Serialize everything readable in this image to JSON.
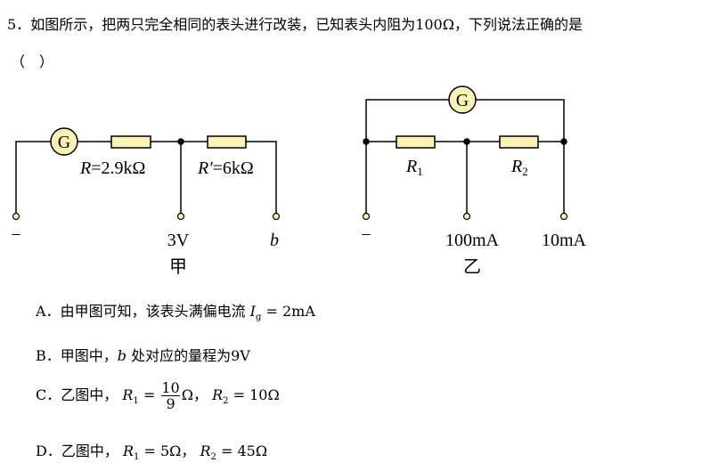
{
  "question": {
    "number": "5．",
    "stem": "如图所示，把两只完全相同的表头进行改装，已知表头内阻为100Ω，下列说法正确的是",
    "blank": "（　）"
  },
  "figure_jia": {
    "galvanometer": "G",
    "r_label": "R",
    "r_value": "=2.9kΩ",
    "r2_label": "R′",
    "r2_value": "=6kΩ",
    "terminal_minus": "−",
    "terminal_mid": "3V",
    "terminal_right": "b",
    "caption": "甲"
  },
  "figure_yi": {
    "galvanometer": "G",
    "r1_label": "R",
    "r1_sub": "1",
    "r2_label": "R",
    "r2_sub": "2",
    "terminal_minus": "−",
    "terminal_mid": "100mA",
    "terminal_right": "10mA",
    "caption": "乙"
  },
  "options": {
    "a": {
      "letter": "A．",
      "text": "由甲图可知，该表头满偏电流",
      "var": "I",
      "sub": "g",
      "value": " = 2mA"
    },
    "b": {
      "letter": "B．",
      "text1": "甲图中，",
      "var": "b",
      "text2": " 处对应的量程为9V"
    },
    "c": {
      "letter": "C．",
      "text": "乙图中，",
      "r1": "R",
      "r1_sub": "1",
      "eq": " = ",
      "num": "10",
      "den": "9",
      "unit": "Ω，",
      "r2": "R",
      "r2_sub": "2",
      "r2_value": " = 10Ω"
    },
    "d": {
      "letter": "D．",
      "text": "乙图中，",
      "r1": "R",
      "r1_sub": "1",
      "r1_value": " = 5Ω，",
      "r2": "R",
      "r2_sub": "2",
      "r2_value": " = 45Ω"
    }
  }
}
